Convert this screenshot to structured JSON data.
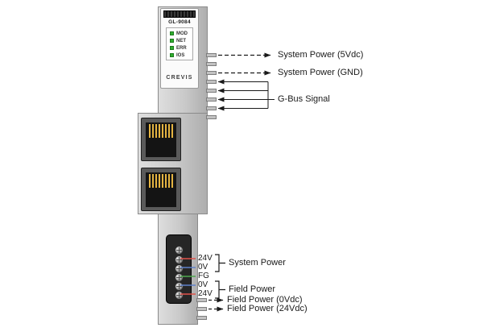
{
  "device": {
    "model": "GL-9084",
    "brand": "CREVIS",
    "leds": [
      {
        "label": "MOD"
      },
      {
        "label": "NET"
      },
      {
        "label": "ERR"
      },
      {
        "label": "IOS"
      }
    ]
  },
  "annotations": {
    "system_power_5vdc": "System Power (5Vdc)",
    "system_power_gnd": "System Power (GND)",
    "gbus_signal": "G-Bus Signal",
    "terminal_24v_top": "24V",
    "terminal_0v_top": "0V",
    "group_system_power": "System Power",
    "terminal_fg": "FG",
    "terminal_0v_bottom": "0V",
    "terminal_24v_bottom": "24V",
    "group_field_power": "Field Power",
    "field_power_0vdc": "Field Power (0Vdc)",
    "field_power_24vdc": "Field Power (24Vdc)"
  },
  "colors": {
    "wire_24v": "#e0524a",
    "wire_0v": "#5f81c9",
    "wire_fg": "#4ea84e",
    "led_on": "#2fae2f",
    "rj45_pins": "#e3b341",
    "annotation": "#1a1a1a"
  }
}
